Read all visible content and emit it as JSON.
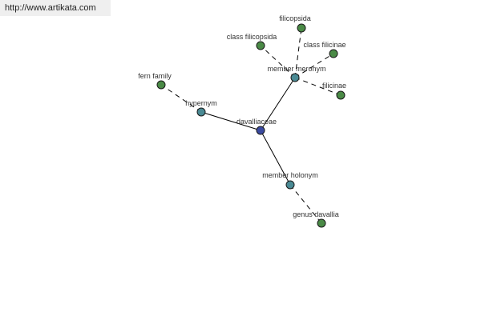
{
  "watermark": {
    "text": "http://www.artikata.com"
  },
  "colors": {
    "center": "#3a4aa0",
    "relation": "#4a8a94",
    "leaf": "#4a8a46",
    "edge": "#000000",
    "label": "#333333"
  },
  "graph": {
    "nodes": [
      {
        "id": "davalliaceae",
        "label": "davalliaceae",
        "kind": "center"
      },
      {
        "id": "member-meronym",
        "label": "member meronym",
        "kind": "relation"
      },
      {
        "id": "hypernym",
        "label": "hypernym",
        "kind": "relation"
      },
      {
        "id": "member-holonym",
        "label": "member holonym",
        "kind": "relation"
      },
      {
        "id": "filicopsida",
        "label": "filicopsida",
        "kind": "leaf"
      },
      {
        "id": "class-filicopsida",
        "label": "class filicopsida",
        "kind": "leaf"
      },
      {
        "id": "class-filicinae",
        "label": "class filicinae",
        "kind": "leaf"
      },
      {
        "id": "filicinae",
        "label": "filicinae",
        "kind": "leaf"
      },
      {
        "id": "fern-family",
        "label": "fern family",
        "kind": "leaf"
      },
      {
        "id": "genus-davallia",
        "label": "genus davallia",
        "kind": "leaf"
      }
    ],
    "edges": [
      {
        "from": "davalliaceae",
        "to": "member-meronym",
        "style": "solid"
      },
      {
        "from": "davalliaceae",
        "to": "hypernym",
        "style": "solid"
      },
      {
        "from": "davalliaceae",
        "to": "member-holonym",
        "style": "solid"
      },
      {
        "from": "member-meronym",
        "to": "filicopsida",
        "style": "dashed"
      },
      {
        "from": "member-meronym",
        "to": "class-filicopsida",
        "style": "dashed"
      },
      {
        "from": "member-meronym",
        "to": "class-filicinae",
        "style": "dashed"
      },
      {
        "from": "member-meronym",
        "to": "filicinae",
        "style": "dashed"
      },
      {
        "from": "hypernym",
        "to": "fern-family",
        "style": "dashed"
      },
      {
        "from": "member-holonym",
        "to": "genus-davallia",
        "style": "dashed"
      }
    ]
  }
}
